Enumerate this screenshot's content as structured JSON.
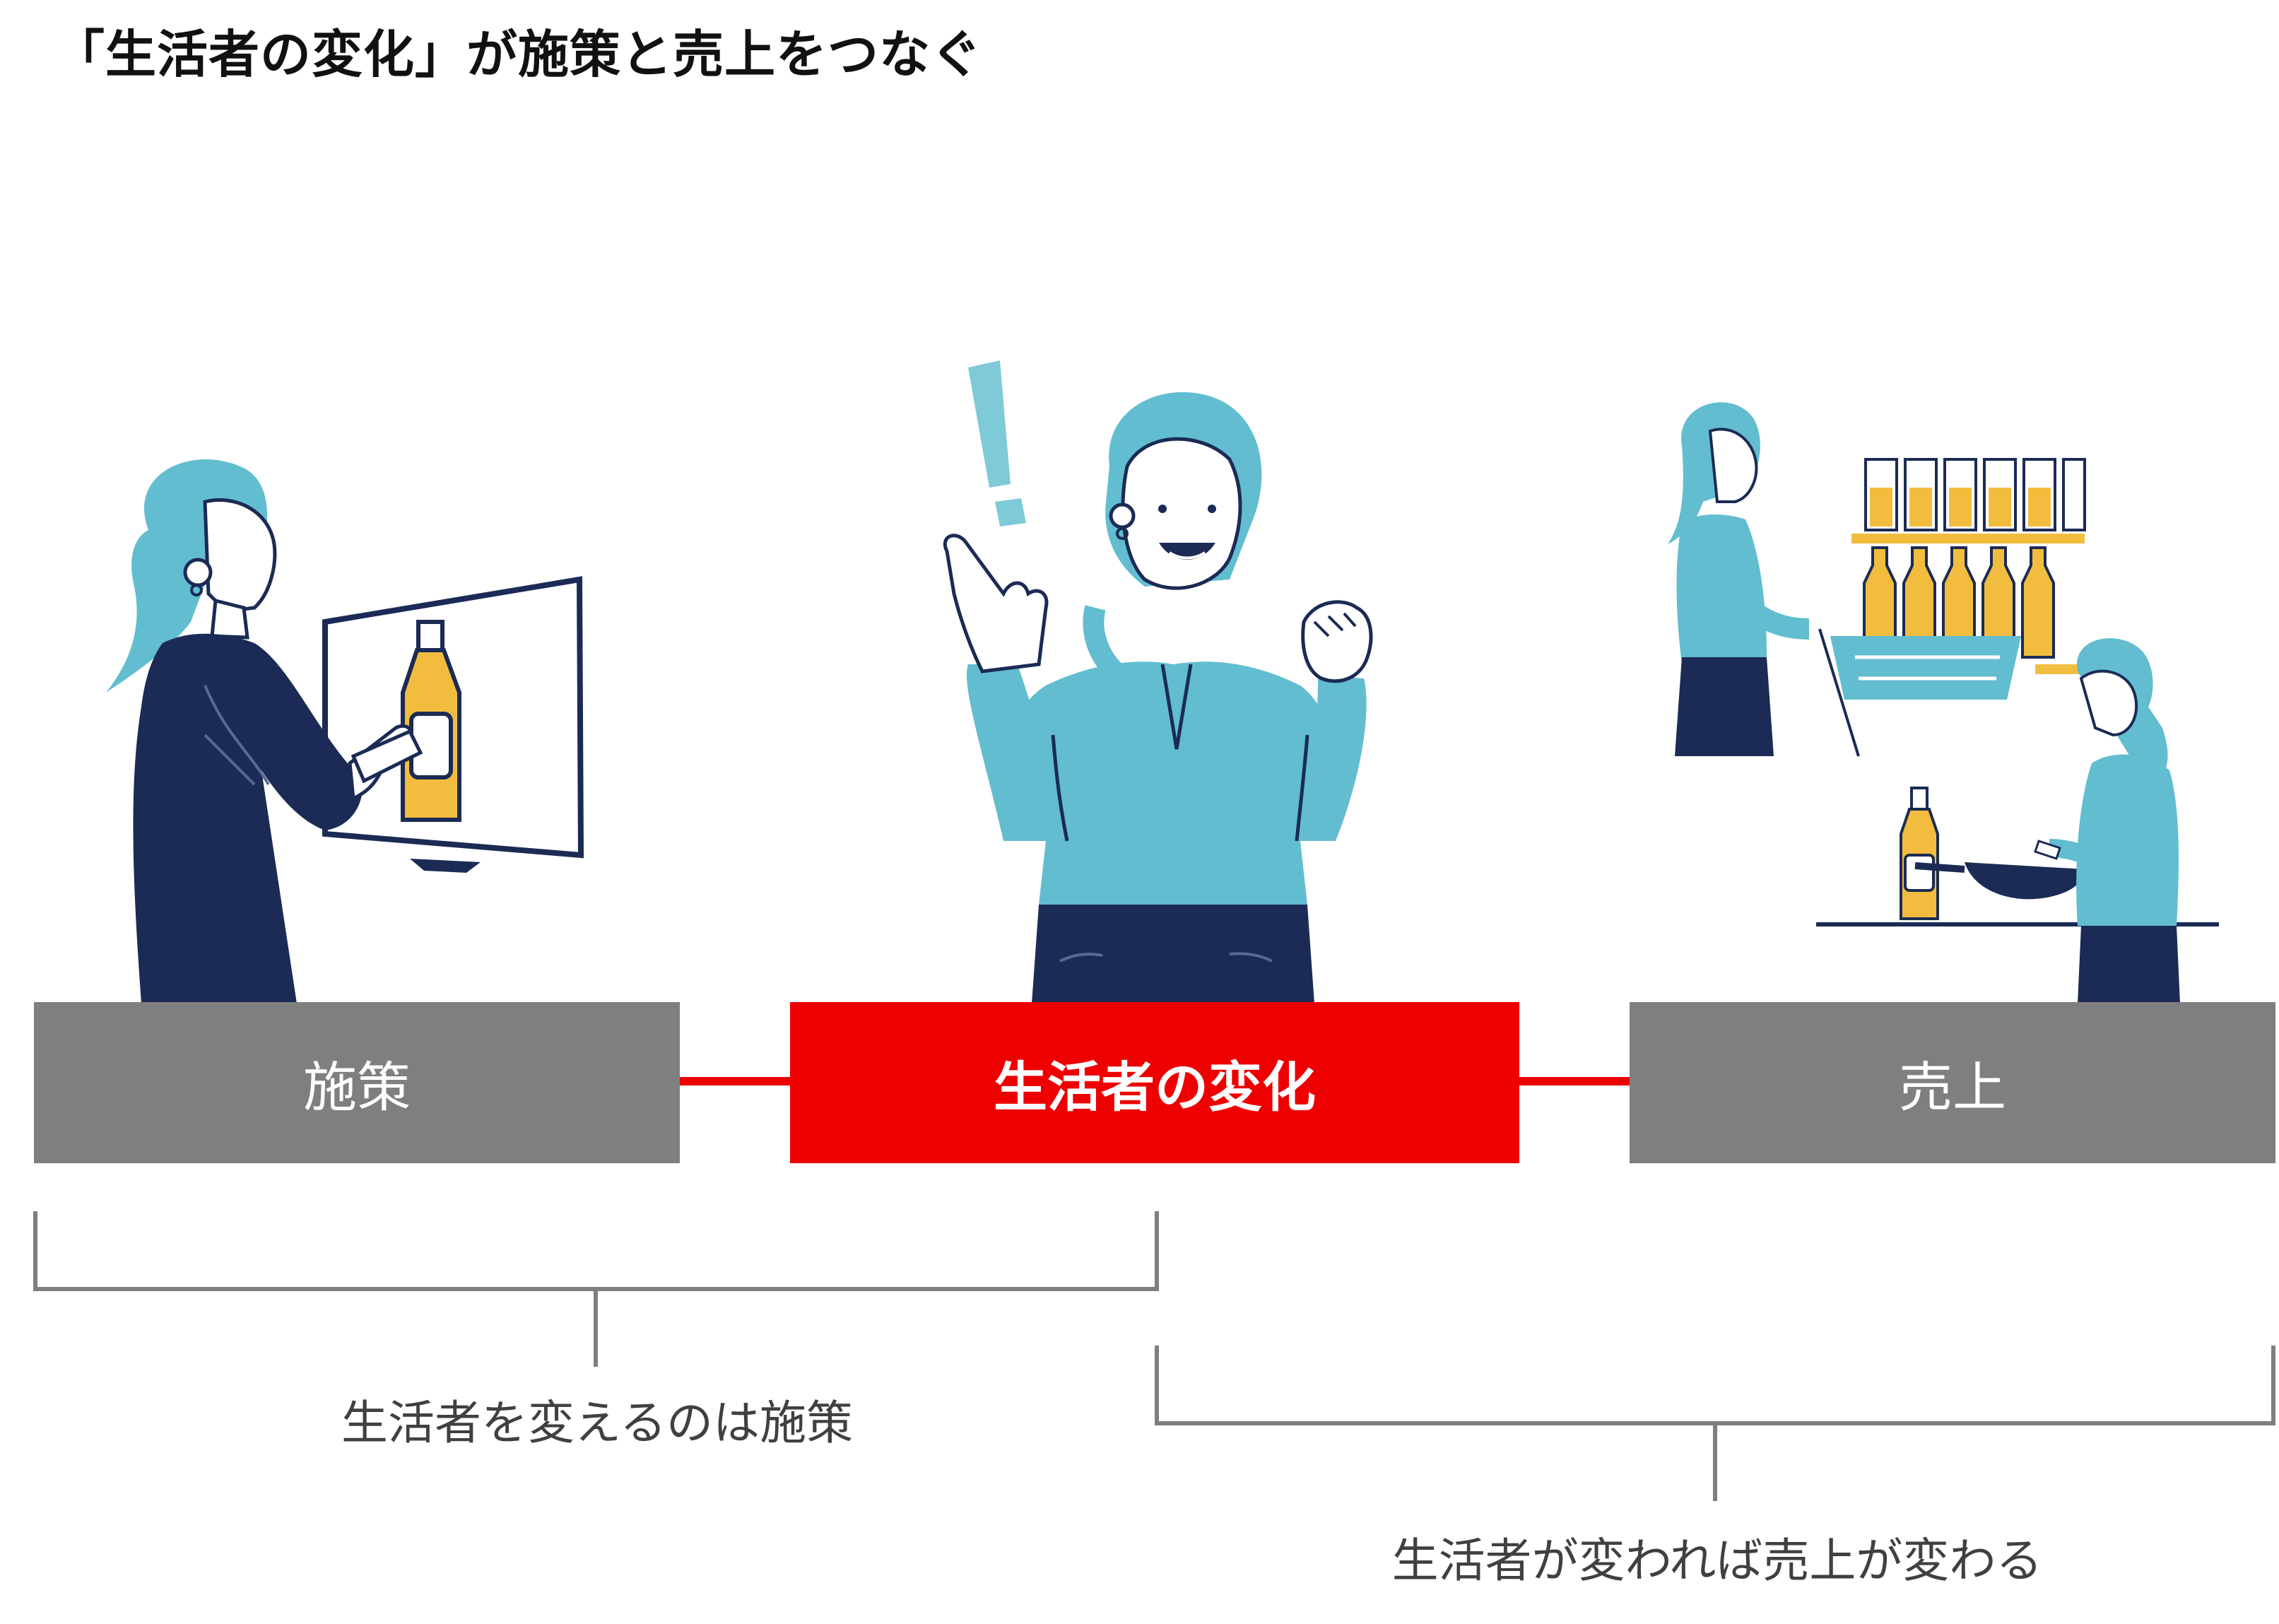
{
  "title": "「生活者の変化」が施策と売上をつなぐ",
  "boxes": {
    "left": "施策",
    "center": "生活者の変化",
    "right": "売上"
  },
  "captions": {
    "left": "生活者を変えるのは施策",
    "right": "生活者が変われば売上が変わる"
  },
  "colors": {
    "accent_red": "#ee0000",
    "box_gray": "#7f7f7f",
    "bracket_gray": "#7f7f7f",
    "navy": "#1b2b55",
    "teal": "#62bdd0",
    "mustard": "#f2bd3f"
  }
}
